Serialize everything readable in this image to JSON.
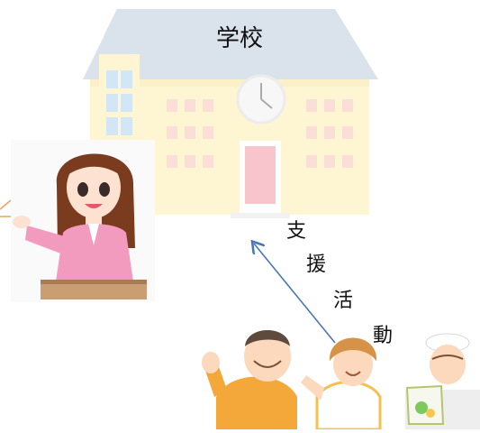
{
  "school": {
    "label": "学校"
  },
  "arrow": {
    "label_chars": [
      "支",
      "援",
      "活",
      "動"
    ]
  },
  "colors": {
    "school_wall": "#fef6c6",
    "school_roof": "#d6e2ef",
    "school_door": "#f6c9d3",
    "arrow": "#4a77b4",
    "teacher_suit": "#f3a7c6",
    "orange_line": "#f2a25b"
  },
  "icons": [
    "school-building-icon",
    "clock-icon",
    "teacher-icon",
    "old-man-icon",
    "woman-icon",
    "cook-icon"
  ]
}
